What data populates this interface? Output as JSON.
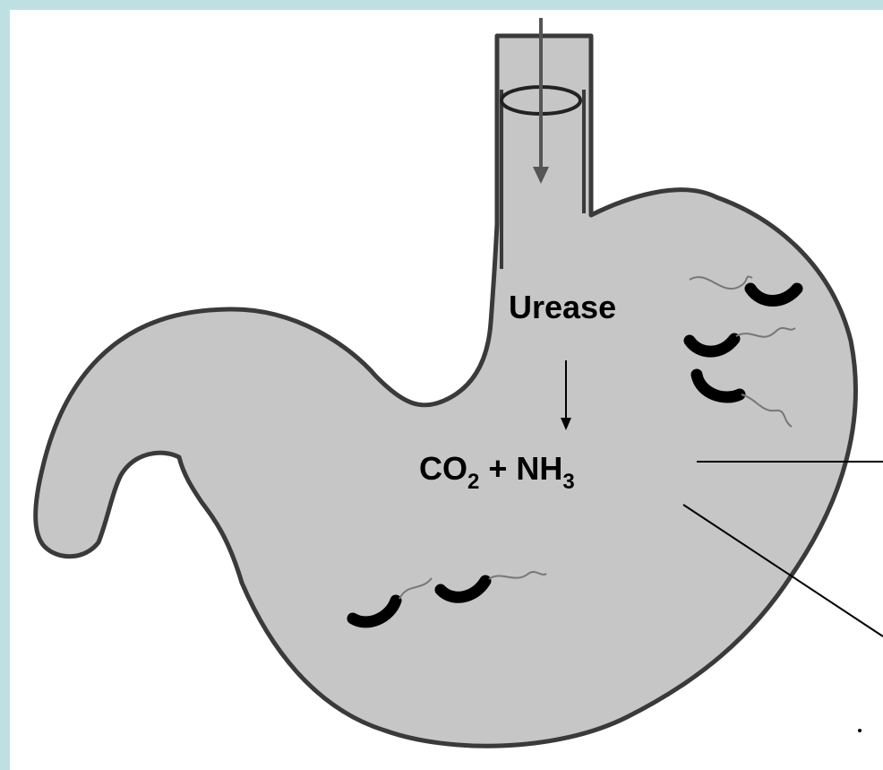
{
  "colors": {
    "slide_border": "#bfe0e3",
    "background": "#ffffff",
    "stomach_fill": "#c6c6c6",
    "outline": "#3a3a3a",
    "bacteria": "#000000"
  },
  "labels": {
    "enzyme": "Urease",
    "products": {
      "co": "CO",
      "sub_2": "2",
      "plus": " + NH",
      "sub_3": "3"
    }
  },
  "icons": {
    "bacteria": "helicobacter-bacterium-icon",
    "tube": "test-tube-icon"
  }
}
